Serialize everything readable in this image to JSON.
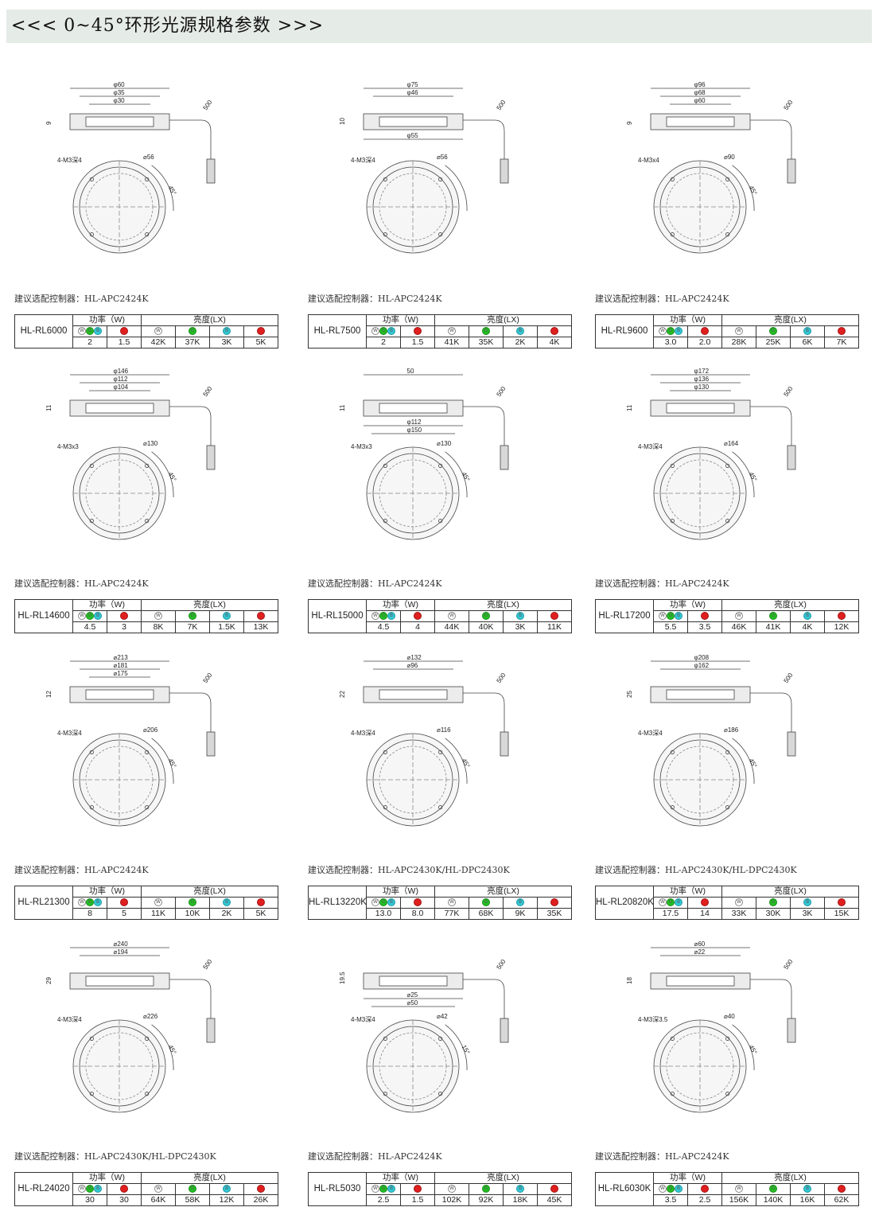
{
  "header": {
    "title": "<<<  0~45°环形光源规格参数  >>>"
  },
  "table_labels": {
    "power": "功率（W)",
    "brightness": "亮度(LX)"
  },
  "led_colors": {
    "white": "#ffffff",
    "green": "#22c122",
    "blue": "#33c9d6",
    "red": "#e01f1f"
  },
  "products": [
    {
      "model": "HL-RL6000",
      "controller": "建议选配控制器：HL-APC2424K",
      "power": [
        "2",
        "1.5"
      ],
      "brightness": [
        "42K",
        "37K",
        "3K",
        "5K"
      ],
      "dims_top": [
        "φ60",
        "φ35",
        "φ30"
      ],
      "dims_bottom": [],
      "height": "9",
      "cable": "500",
      "holes": "4-M3深4",
      "pitch": "⌀56",
      "angle": "45°"
    },
    {
      "model": "HL-RL7500",
      "controller": "建议选配控制器：HL-APC2424K",
      "power": [
        "2",
        "1.5"
      ],
      "brightness": [
        "41K",
        "35K",
        "2K",
        "4K"
      ],
      "dims_top": [
        "φ75",
        "φ46"
      ],
      "dims_bottom": [
        "φ55"
      ],
      "height": "10",
      "cable": "500",
      "holes": "4-M3深4",
      "pitch": "⌀56",
      "angle": ""
    },
    {
      "model": "HL-RL9600",
      "controller": "建议选配控制器：HL-APC2424K",
      "power": [
        "3.0",
        "2.0"
      ],
      "brightness": [
        "28K",
        "25K",
        "6K",
        "7K"
      ],
      "dims_top": [
        "φ96",
        "φ68",
        "φ60"
      ],
      "dims_bottom": [],
      "height": "9",
      "cable": "500",
      "holes": "4-M3x4",
      "pitch": "⌀90",
      "angle": "45°"
    },
    {
      "model": "HL-RL14600",
      "controller": "建议选配控制器：HL-APC2424K",
      "power": [
        "4.5",
        "3"
      ],
      "brightness": [
        "8K",
        "7K",
        "1.5K",
        "13K"
      ],
      "dims_top": [
        "φ146",
        "φ112",
        "φ104"
      ],
      "dims_bottom": [],
      "height": "11",
      "cable": "500",
      "holes": "4-M3x3",
      "pitch": "⌀130",
      "angle": "45°"
    },
    {
      "model": "HL-RL15000",
      "controller": "建议选配控制器：HL-APC2424K",
      "power": [
        "4.5",
        "4"
      ],
      "brightness": [
        "44K",
        "40K",
        "3K",
        "11K"
      ],
      "dims_top": [
        "50"
      ],
      "dims_bottom": [
        "φ112",
        "φ150"
      ],
      "height": "11",
      "cable": "500",
      "holes": "4-M3x3",
      "pitch": "⌀130",
      "angle": "45°"
    },
    {
      "model": "HL-RL17200",
      "controller": "建议选配控制器：HL-APC2424K",
      "power": [
        "5.5",
        "3.5"
      ],
      "brightness": [
        "46K",
        "41K",
        "4K",
        "12K"
      ],
      "dims_top": [
        "φ172",
        "φ136",
        "φ130"
      ],
      "dims_bottom": [],
      "height": "11",
      "cable": "500",
      "holes": "4-M3深4",
      "pitch": "⌀164",
      "angle": "45°"
    },
    {
      "model": "HL-RL21300",
      "controller": "建议选配控制器：HL-APC2424K",
      "power": [
        "8",
        "5"
      ],
      "brightness": [
        "11K",
        "10K",
        "2K",
        "5K"
      ],
      "dims_top": [
        "⌀213",
        "⌀181",
        "⌀175"
      ],
      "dims_bottom": [],
      "height": "12",
      "cable": "500",
      "holes": "4-M3深4",
      "pitch": "⌀206",
      "angle": "45°"
    },
    {
      "model": "HL-RL13220K",
      "controller": "建议选配控制器：HL-APC2430K/HL-DPC2430K",
      "power": [
        "13.0",
        "8.0"
      ],
      "brightness": [
        "77K",
        "68K",
        "9K",
        "35K"
      ],
      "dims_top": [
        "⌀132",
        "⌀96"
      ],
      "dims_bottom": [],
      "height": "22",
      "cable": "500",
      "holes": "4-M3深4",
      "pitch": "⌀116",
      "angle": "45°"
    },
    {
      "model": "HL-RL20820K",
      "controller": "建议选配控制器：HL-APC2430K/HL-DPC2430K",
      "power": [
        "17.5",
        "14"
      ],
      "brightness": [
        "33K",
        "30K",
        "3K",
        "15K"
      ],
      "dims_top": [
        "φ208",
        "φ162"
      ],
      "dims_bottom": [],
      "height": "25",
      "cable": "500",
      "holes": "4-M3深4",
      "pitch": "⌀186",
      "angle": "45°"
    },
    {
      "model": "HL-RL24020",
      "controller": "建议选配控制器：HL-APC2430K/HL-DPC2430K",
      "power": [
        "30",
        "30"
      ],
      "brightness": [
        "64K",
        "58K",
        "12K",
        "26K"
      ],
      "dims_top": [
        "⌀240",
        "⌀194"
      ],
      "dims_bottom": [],
      "height": "29",
      "cable": "500",
      "holes": "4-M3深4",
      "pitch": "⌀226",
      "angle": "45°"
    },
    {
      "model": "HL-RL5030",
      "controller": "建议选配控制器：HL-APC2424K",
      "power": [
        "2.5",
        "1.5"
      ],
      "brightness": [
        "102K",
        "92K",
        "18K",
        "45K"
      ],
      "dims_top": [],
      "dims_bottom": [
        "⌀25",
        "⌀50"
      ],
      "height": "19.5",
      "cable": "500",
      "holes": "4-M3深4",
      "pitch": "⌀42",
      "angle": "15°"
    },
    {
      "model": "HL-RL6030K",
      "controller": "建议选配控制器：HL-APC2424K",
      "power": [
        "3.5",
        "2.5"
      ],
      "brightness": [
        "156K",
        "140K",
        "16K",
        "62K"
      ],
      "dims_top": [
        "⌀60",
        "⌀22"
      ],
      "dims_bottom": [],
      "height": "18",
      "cable": "500",
      "holes": "4-M3深3.5",
      "pitch": "⌀40",
      "angle": "45°"
    }
  ]
}
